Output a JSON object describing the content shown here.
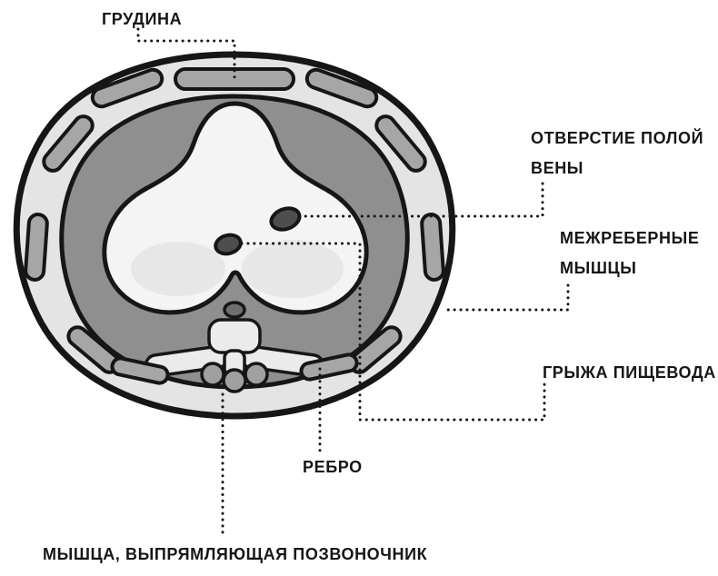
{
  "labels": {
    "sternum": {
      "text": "ГРУДИНА"
    },
    "vena_cava_opening": {
      "line1": "ОТВЕРСТИЕ ПОЛОЙ",
      "line2": "ВЕНЫ"
    },
    "intercostal_muscles": {
      "line1": "МЕЖРЕБЕРНЫЕ",
      "line2": "МЫШЦЫ"
    },
    "esophageal_hernia": {
      "text": "ГРЫЖА ПИЩЕВОДА"
    },
    "rib": {
      "text": "РЕБРО"
    },
    "erector_spinae": {
      "text": "МЫШЦА, ВЫПРЯМЛЯЮЩАЯ ПОЗВОНОЧНИК"
    }
  },
  "colors": {
    "ink": "#161616",
    "body_wall": "#e4e4e4",
    "muscle_ring": "#8f8f8f",
    "rib_bone": "#a6a6a6",
    "diaphragm": "#f4f4f4",
    "opening_dark": "#4e4e4e",
    "vertebra": "#ebebeb",
    "erector_muscle": "#a0a0a0",
    "aorta_dark": "#6f6f6f",
    "background": "#ffffff"
  }
}
